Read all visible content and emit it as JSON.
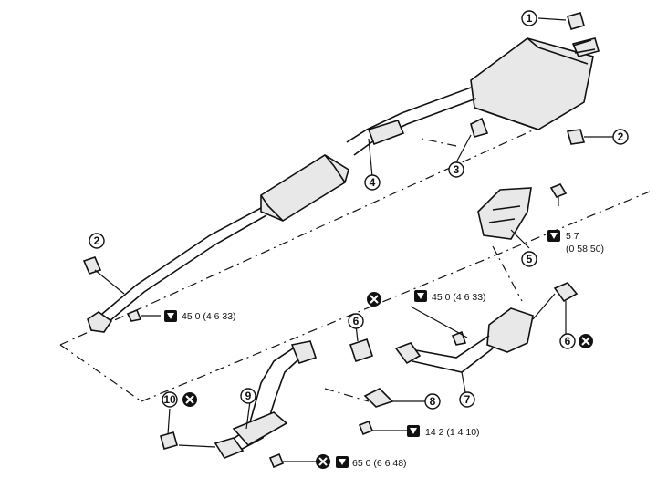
{
  "callouts": [
    "1",
    "2",
    "2",
    "3",
    "4",
    "5",
    "6",
    "6",
    "7",
    "8",
    "9",
    "10"
  ],
  "torque": {
    "t1": "45 0 (4 6  33)",
    "t2": "45 0 (4 6  33)",
    "t3a": "5 7",
    "t3b": "(0 58  50)",
    "t4": "14 2 (1 4  10)",
    "t5": "65 0 (6 6  48)"
  },
  "icons": [
    "torque-wrench-icon",
    "do-not-reuse-icon"
  ]
}
